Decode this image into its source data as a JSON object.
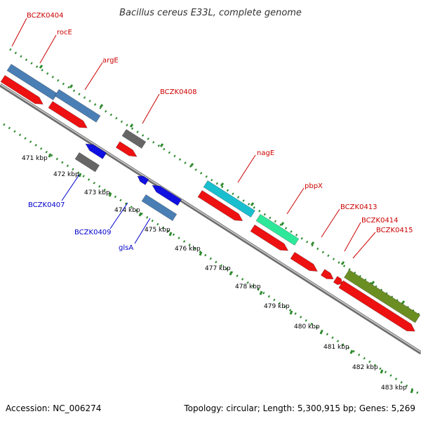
{
  "title": "Bacillus cereus E33L, complete genome",
  "footer": {
    "accession": "Accession: NC_006274",
    "info": "Topology: circular; Length: 5,300,915 bp; Genes: 5,269"
  },
  "colors": {
    "backbone": "#8c8c8c",
    "dotted_track": "#2e8b2e",
    "label_forward": "#cc0000",
    "label_reverse": "#0000cc",
    "cds": "#ee1111",
    "steelblue": "#4a7fb5",
    "gray": "#666666",
    "blue": "#1010e0",
    "cyan": "#1abfcf",
    "seagreen": "#2ee89a",
    "olive": "#6b8e23"
  },
  "tick_labels": [
    "471 kbp",
    "472 kbp",
    "473 kbp",
    "474 kbp",
    "475 kbp",
    "476 kbp",
    "477 kbp",
    "478 kbp",
    "479 kbp",
    "480 kbp",
    "481 kbp",
    "482 kbp",
    "483 kbp"
  ],
  "genes_forward": [
    {
      "label": "BCZK0404"
    },
    {
      "label": "rocE"
    },
    {
      "label": "argE"
    },
    {
      "label": "BCZK0408"
    },
    {
      "label": "nagE"
    },
    {
      "label": "pbpX"
    },
    {
      "label": "BCZK0413"
    },
    {
      "label": "BCZK0414"
    },
    {
      "label": "BCZK0415"
    }
  ],
  "genes_reverse": [
    {
      "label": "BCZK0407"
    },
    {
      "label": "BCZK0409"
    },
    {
      "label": "glsA"
    }
  ]
}
